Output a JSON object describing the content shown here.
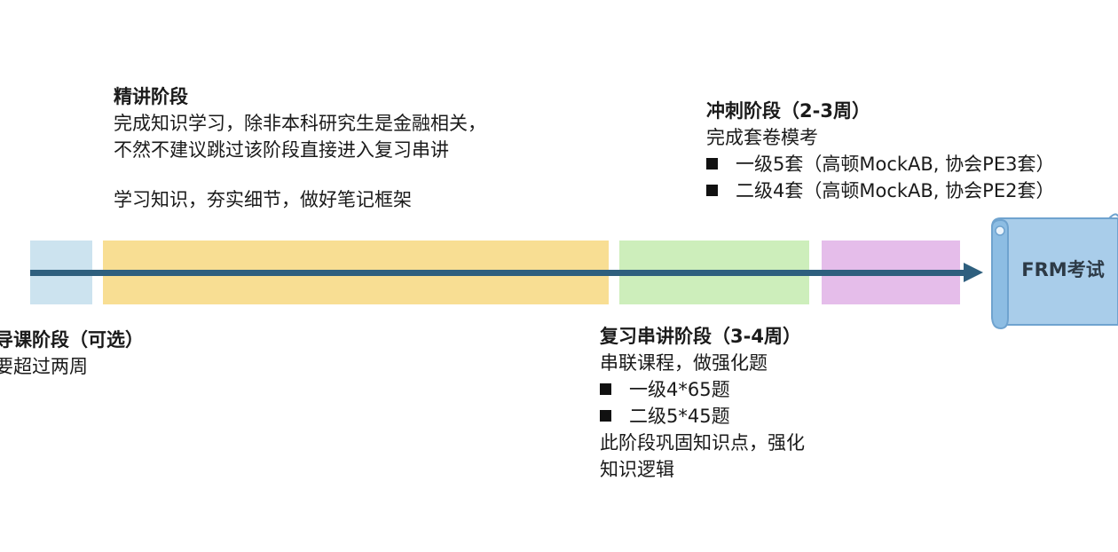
{
  "stages": {
    "intro": {
      "title": "导课阶段（可选）",
      "note": "要超过两周"
    },
    "main": {
      "title": "精讲阶段",
      "desc_line1": "完成知识学习，除非本科研究生是金融相关，",
      "desc_line2": "不然不建议跳过该阶段直接进入复习串讲",
      "focus": "学习知识，夯实细节，做好笔记框架"
    },
    "review": {
      "title": "复习串讲阶段（3-4周）",
      "desc": "串联课程，做强化题",
      "bullets": [
        "一级4*65题",
        "二级5*45题"
      ],
      "note_line1": "此阶段巩固知识点，强化",
      "note_line2": "知识逻辑"
    },
    "sprint": {
      "title": "冲刺阶段（2-3周）",
      "desc": "完成套卷模考",
      "bullets": [
        "一级5套（高顿MockAB, 协会PE3套）",
        "二级4套（高顿MockAB, 协会PE2套）"
      ]
    }
  },
  "exam": {
    "label": "FRM考试"
  },
  "colors": {
    "intro_bar": "#cce3ef",
    "main_bar": "#f8de93",
    "review_bar": "#cdeebb",
    "sprint_bar": "#e5bdea",
    "timeline": "#2e5f7e",
    "scroll_fill": "#a9cdea",
    "scroll_stroke": "#6fa3cf"
  },
  "icons": {
    "timeline_head": "arrow-right-icon",
    "exam": "scroll-icon",
    "bullet": "black-square-icon"
  }
}
